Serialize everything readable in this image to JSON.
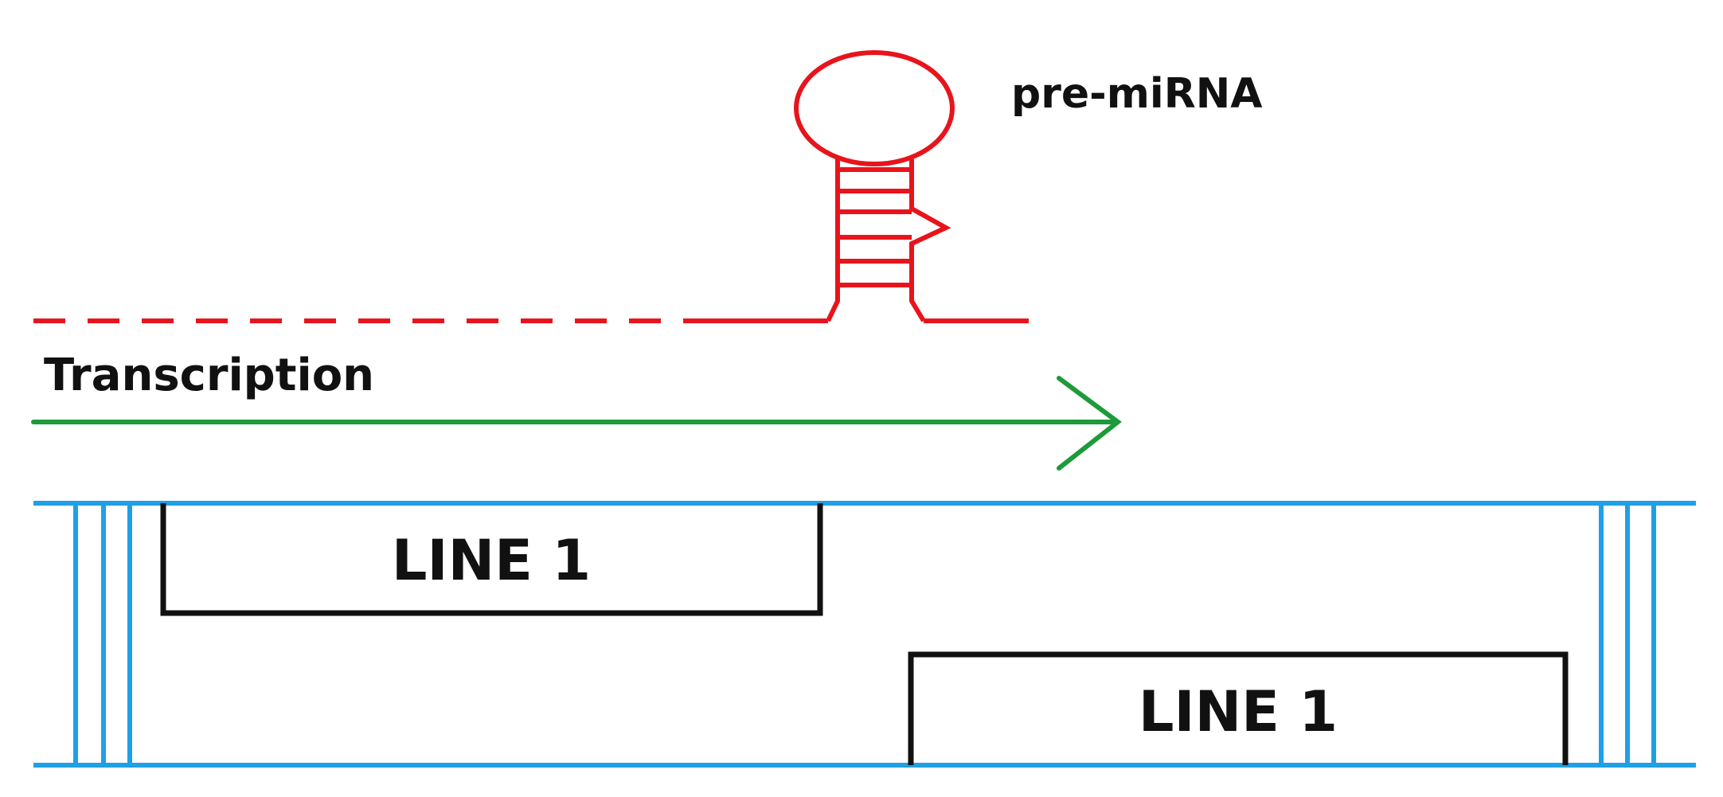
{
  "labels": {
    "hairpin": "pre-miRNA",
    "arrow": "Transcription",
    "element_upper": "LINE 1",
    "element_lower": "LINE 1"
  },
  "colors": {
    "rna": "#e8141c",
    "transcription_arrow": "#1e9a3a",
    "dna_strand": "#1fa0e6",
    "element_box": "#111111",
    "text": "#111111"
  }
}
